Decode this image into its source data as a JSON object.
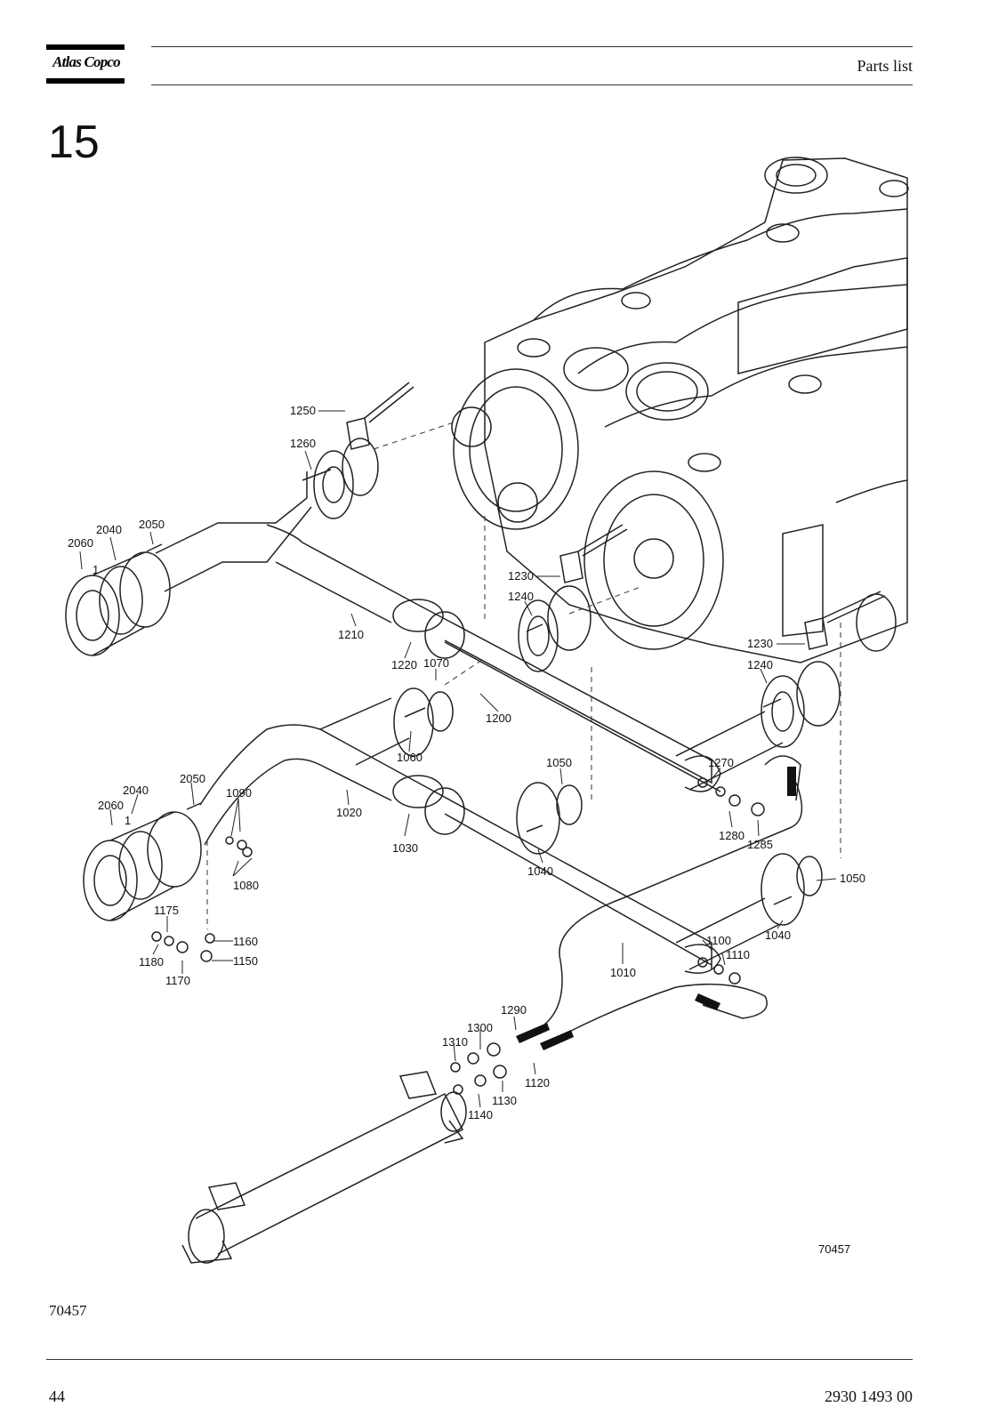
{
  "header": {
    "logo_text": "Atlas Copco",
    "section_title": "Parts list"
  },
  "chapter_number": "15",
  "drawing": {
    "figure_number": "70457",
    "callouts": [
      "1250",
      "1260",
      "2040",
      "2050",
      "2060",
      "1210",
      "1220",
      "1070",
      "1230",
      "1240",
      "1200",
      "1230",
      "1240",
      "1060",
      "1050",
      "1270",
      "1280",
      "1285",
      "2050",
      "2040",
      "2060",
      "1090",
      "1020",
      "1030",
      "1040",
      "1080",
      "1175",
      "1160",
      "1180",
      "1150",
      "1170",
      "1050",
      "1040",
      "1100",
      "1110",
      "1010",
      "1290",
      "1300",
      "1310",
      "1120",
      "1130",
      "1140",
      "1"
    ]
  },
  "footer": {
    "figure_ref": "70457",
    "page_number": "44",
    "document_number": "2930 1493 00"
  }
}
